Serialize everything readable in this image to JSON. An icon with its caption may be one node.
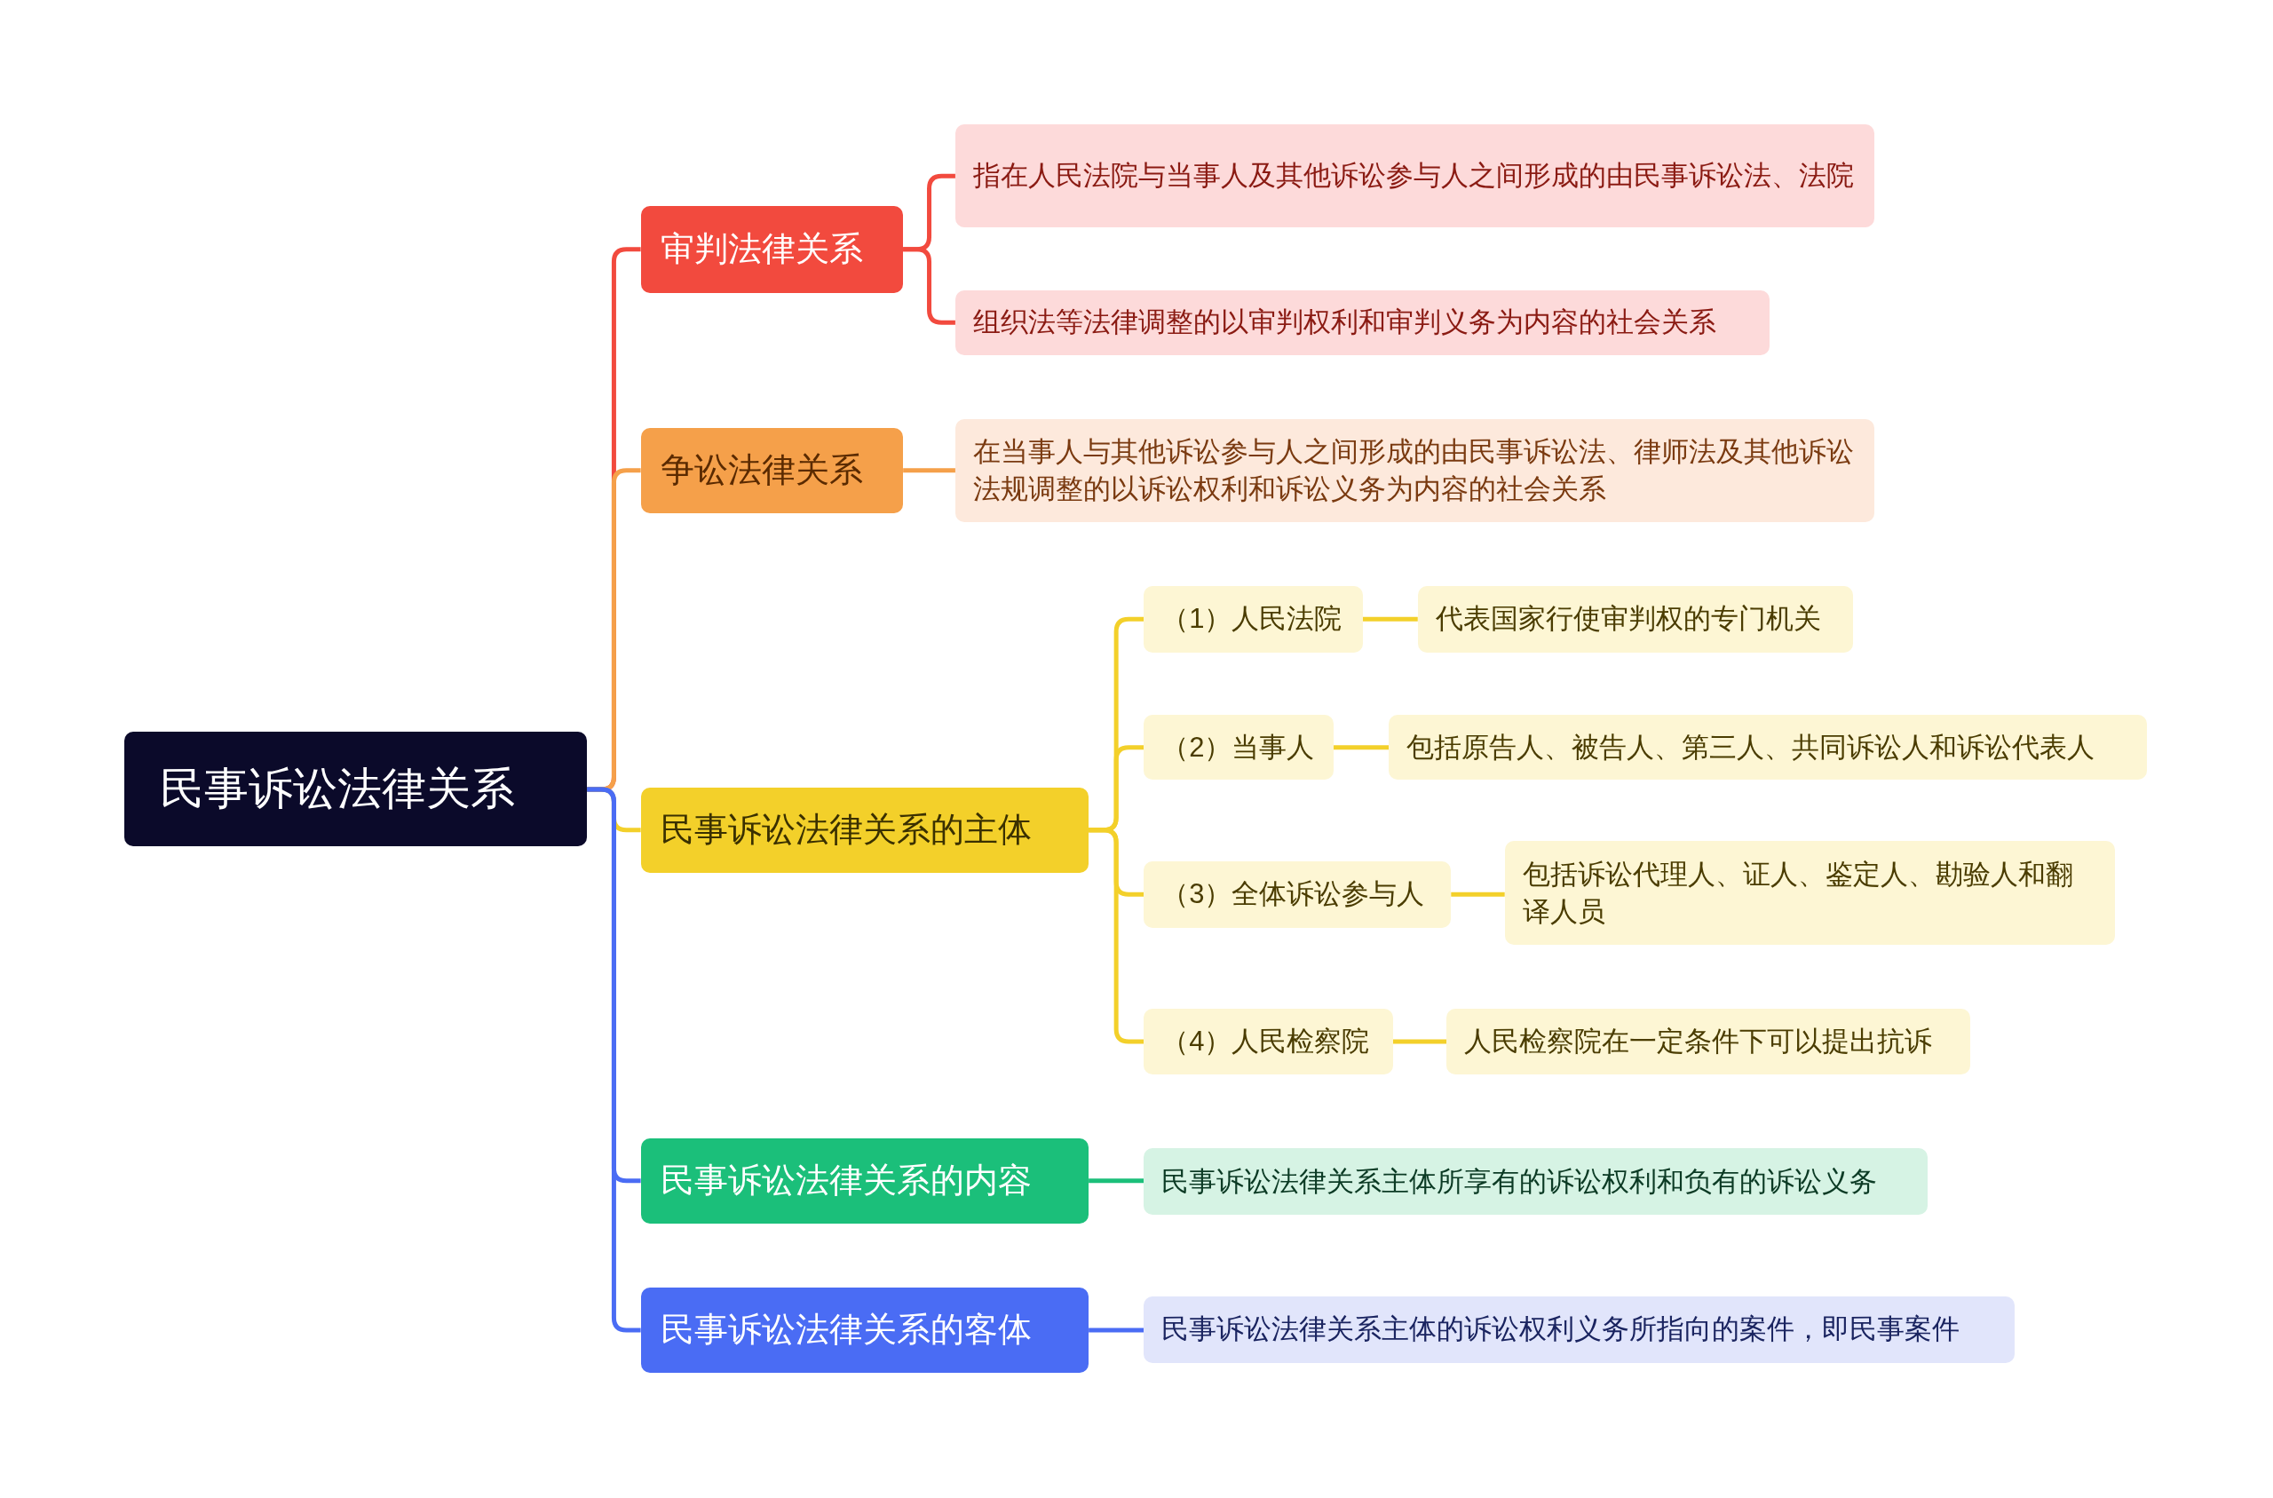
{
  "diagram": {
    "nodes": [
      {
        "text": [
          "民事诉讼法律关系"
        ]
      },
      {
        "text": [
          "审判法律关系"
        ]
      },
      {
        "text": [
          "指在人民法院与当事人及其他诉讼参与人之间形成的由民事诉讼法、法院"
        ]
      },
      {
        "text": [
          "组织法等法律调整的以审判权利和审判义务为内容的社会关系"
        ]
      },
      {
        "text": [
          "争讼法律关系"
        ]
      },
      {
        "text": [
          "在当事人与其他诉讼参与人之间形成的由民事诉讼法、律师法及其他诉讼法规调整的以诉讼权利和诉讼义务为内容的社会关系"
        ]
      },
      {
        "text": [
          "民事诉讼法律关系的主体"
        ]
      },
      {
        "text": [
          "（1）人民法院"
        ]
      },
      {
        "text": [
          "代表国家行使审判权的专门机关"
        ]
      },
      {
        "text": [
          "（2）当事人"
        ]
      },
      {
        "text": [
          "包括原告人、被告人、第三人、共同诉讼人和诉讼代表人"
        ]
      },
      {
        "text": [
          "（3）全体诉讼参与人"
        ]
      },
      {
        "text": [
          "包括诉讼代理人、证人、鉴定人、勘验人和翻译人员"
        ]
      },
      {
        "text": [
          "（4）人民检察院"
        ]
      },
      {
        "text": [
          "人民检察院在一定条件下可以提出抗诉"
        ]
      },
      {
        "text": [
          "民事诉讼法律关系的内容"
        ]
      },
      {
        "text": [
          "民事诉讼法律关系主体所享有的诉讼权利和负有的诉讼义务"
        ]
      },
      {
        "text": [
          "民事诉讼法律关系的客体"
        ]
      },
      {
        "text": [
          "民事诉讼法律关系主体的诉讼权利义务所指向的案件，即民事案件"
        ]
      }
    ],
    "edges": [
      {
        "from": 0,
        "to": 1,
        "arrow": "none",
        "color": "#f24a3e"
      },
      {
        "from": 0,
        "to": 4,
        "arrow": "none",
        "color": "#f5a04a"
      },
      {
        "from": 0,
        "to": 6,
        "arrow": "none",
        "color": "#f3d02a"
      },
      {
        "from": 0,
        "to": 15,
        "arrow": "none",
        "color": "#4a6cf4"
      },
      {
        "from": 0,
        "to": 17,
        "arrow": "none",
        "color": "#4a6cf4"
      },
      {
        "from": 1,
        "to": 2,
        "arrow": "none",
        "color": "#f24a3e"
      },
      {
        "from": 1,
        "to": 3,
        "arrow": "none",
        "color": "#f24a3e"
      },
      {
        "from": 4,
        "to": 5,
        "arrow": "none",
        "color": "#f5a04a"
      },
      {
        "from": 6,
        "to": 7,
        "arrow": "none",
        "color": "#f3d02a"
      },
      {
        "from": 6,
        "to": 9,
        "arrow": "none",
        "color": "#f3d02a"
      },
      {
        "from": 6,
        "to": 11,
        "arrow": "none",
        "color": "#f3d02a"
      },
      {
        "from": 6,
        "to": 13,
        "arrow": "none",
        "color": "#f3d02a"
      },
      {
        "from": 7,
        "to": 8,
        "arrow": "none",
        "color": "#f3d02a"
      },
      {
        "from": 9,
        "to": 10,
        "arrow": "none",
        "color": "#f3d02a"
      },
      {
        "from": 11,
        "to": 12,
        "arrow": "none",
        "color": "#f3d02a"
      },
      {
        "from": 13,
        "to": 14,
        "arrow": "none",
        "color": "#f3d02a"
      },
      {
        "from": 15,
        "to": 16,
        "arrow": "none",
        "color": "#1bbf7a"
      },
      {
        "from": 17,
        "to": 18,
        "arrow": "none",
        "color": "#4a6cf4"
      }
    ]
  }
}
